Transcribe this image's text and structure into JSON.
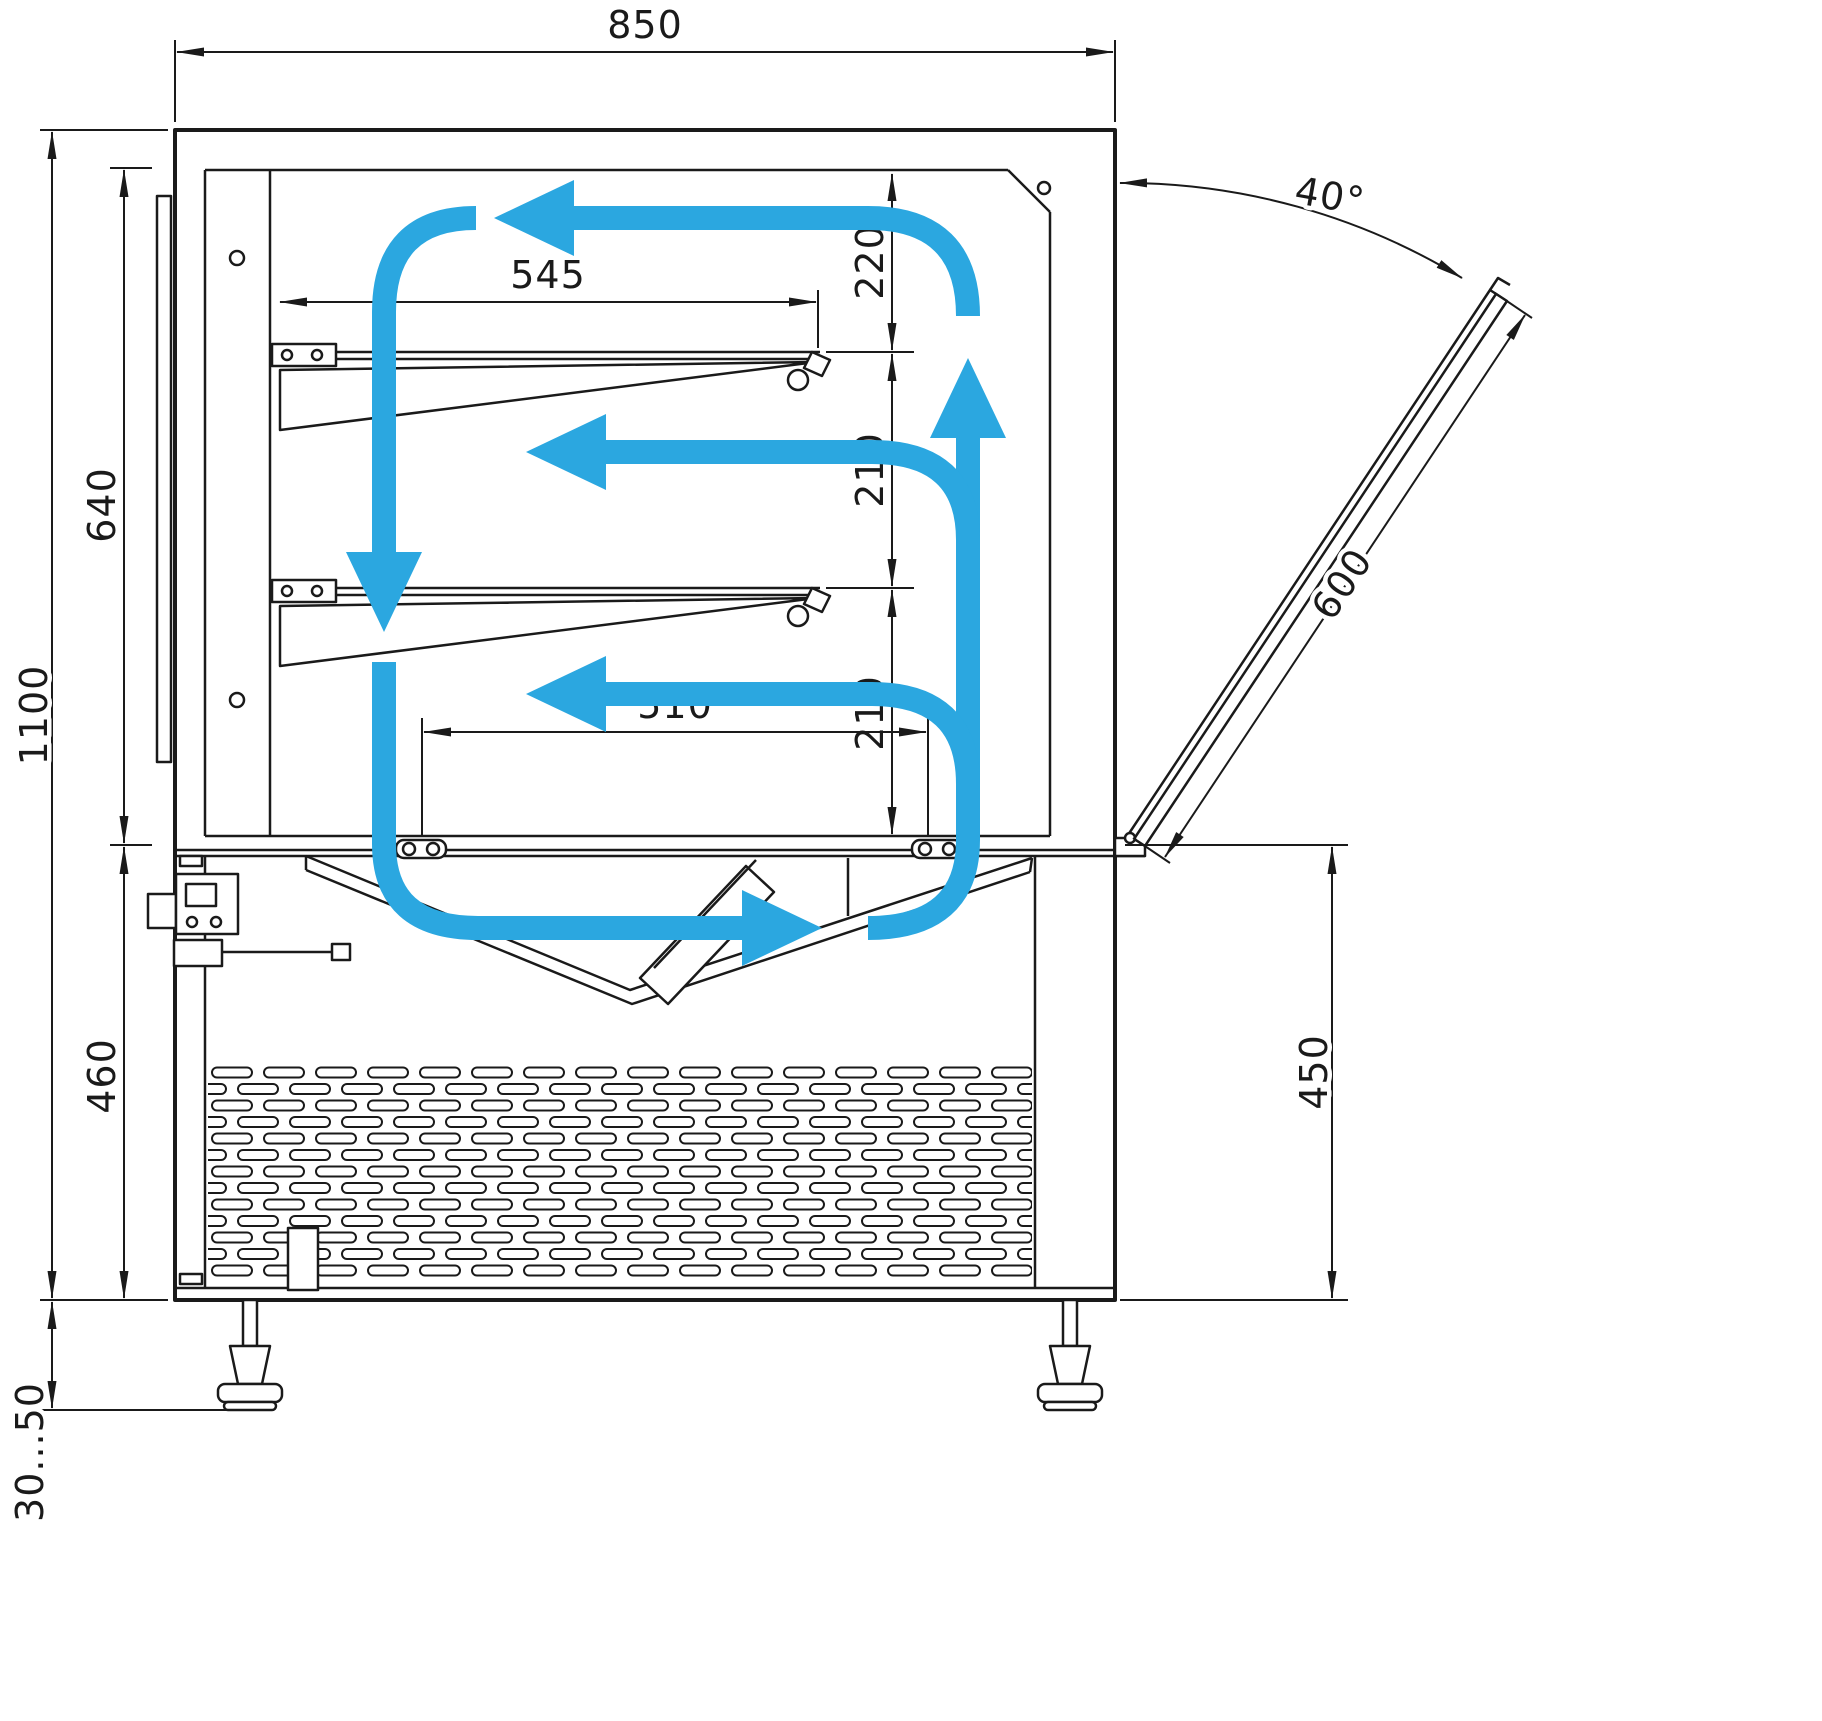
{
  "drawing": {
    "dimensions": {
      "top_width": "850",
      "shelf_depth": "545",
      "gap_top": "220",
      "gap_middle": "210",
      "gap_bottom": "210",
      "deck_depth": "510",
      "display_height": "640",
      "total_height": "1100",
      "base_height": "460",
      "foot_height": "30...50",
      "door_angle": "40°",
      "door_length": "600",
      "rear_height": "450"
    },
    "colors": {
      "airflow_blue": "#2BA7E0",
      "line_black": "#1A1A1A"
    }
  }
}
